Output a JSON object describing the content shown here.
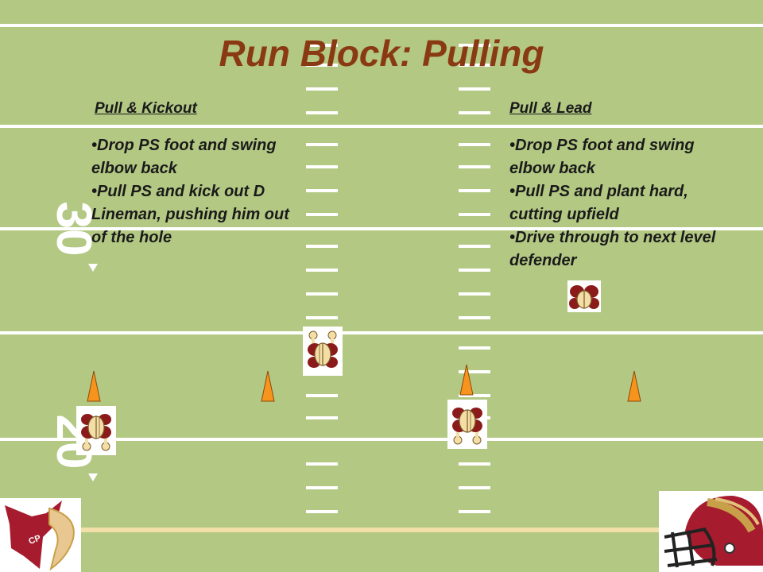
{
  "slide": {
    "title": "Run Block: Pulling",
    "title_color": "#8a3a12",
    "field_color": "#b3c883",
    "yard_numbers": [
      "30",
      "20"
    ]
  },
  "left_column": {
    "heading": "Pull & Kickout",
    "bullets": [
      "Drop PS foot and swing elbow back",
      "Pull PS and kick out D Lineman, pushing him out of the hole"
    ]
  },
  "right_column": {
    "heading": "Pull & Lead",
    "bullets": [
      "Drop PS foot and swing elbow back",
      "Pull PS and plant hard, cutting upfield",
      "Drive through to next level defender"
    ]
  },
  "icons": {
    "cone": "traffic-cone-icon",
    "player": "football-player-icon",
    "logo_left": "team-logo-icon",
    "logo_right": "football-helmet-icon"
  },
  "colors": {
    "jersey": "#8b1a1a",
    "cone": "#f7941d",
    "logo_red": "#a61c2e",
    "helmet_gold": "#c8a04a"
  },
  "logos": {
    "left_text": "CP"
  }
}
